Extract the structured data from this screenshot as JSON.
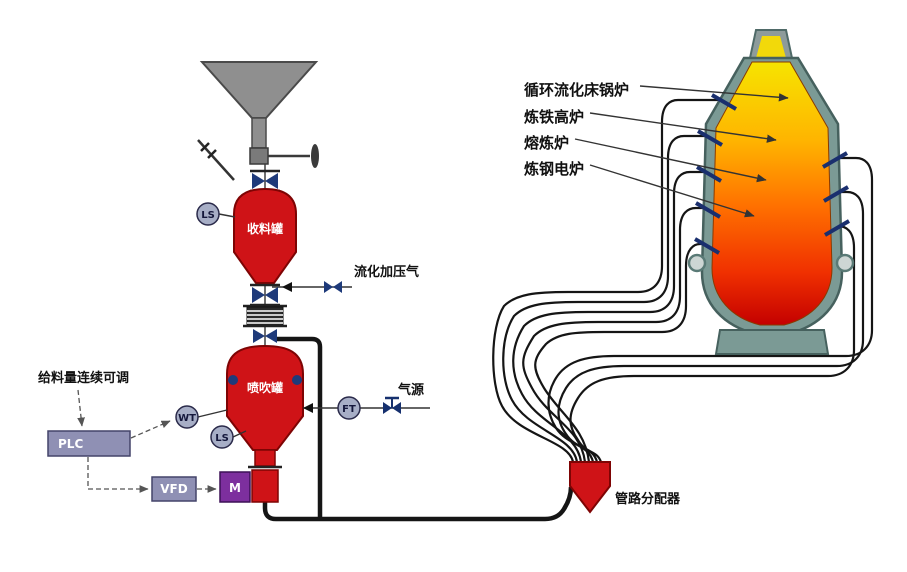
{
  "diagram": {
    "feed_note": "给料量连续可调",
    "gas_labels": {
      "fluidization": "流化加压气",
      "source": "气源"
    },
    "vessels": {
      "receiving": "收料罐",
      "injection": "喷吹罐"
    },
    "instruments": {
      "ls_upper": "LS",
      "ls_lower": "LS",
      "wt": "WT",
      "ft": "FT"
    },
    "control": {
      "plc": "PLC",
      "vfd": "VFD",
      "motor": "M"
    },
    "distributor": "管路分配器",
    "furnace_applications": [
      "循环流化床锅炉",
      "炼铁高炉",
      "熔炼炉",
      "炼钢电炉"
    ],
    "colors": {
      "vessel_red": "#cf1317",
      "valve_navy": "#1e3a7a",
      "control_box_slate": "#8f90b4",
      "motor_purple": "#7d2f9e",
      "feeder_red": "#cf1317",
      "instrument_fill": "#a7aec6",
      "furnace_shell_teal": "#7b9a95",
      "flame_yellow": "#f6e400",
      "flame_orange": "#ff7000",
      "flame_red": "#c40000",
      "hopper_gray": "#8f8f8f",
      "pipe_black": "#151515"
    }
  }
}
